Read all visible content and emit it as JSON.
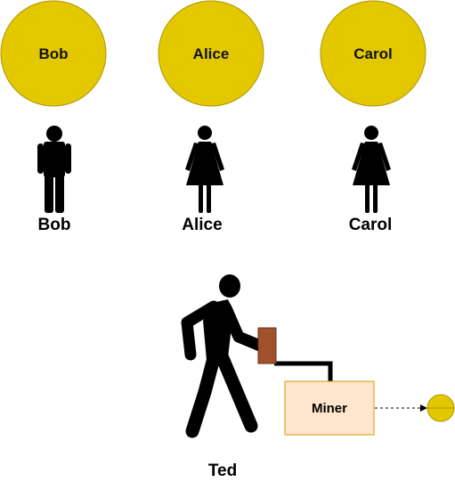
{
  "coins": [
    {
      "label": "Bob"
    },
    {
      "label": "Alice"
    },
    {
      "label": "Carol"
    }
  ],
  "people": [
    {
      "label": "Bob",
      "icon": "man-icon"
    },
    {
      "label": "Alice",
      "icon": "woman-icon"
    },
    {
      "label": "Carol",
      "icon": "woman-icon"
    }
  ],
  "miner": {
    "operator": "Ted",
    "operator_icon": "walking-man-icon",
    "machine_label": "Miner",
    "output_icon": "coin-icon"
  },
  "colors": {
    "coin_fill": "#e3c800",
    "coin_stroke": "#b09500",
    "miner_fill": "#ffe6cc",
    "miner_stroke": "#d79b00",
    "handle_fill": "#a0522d",
    "figure": "#000000"
  }
}
